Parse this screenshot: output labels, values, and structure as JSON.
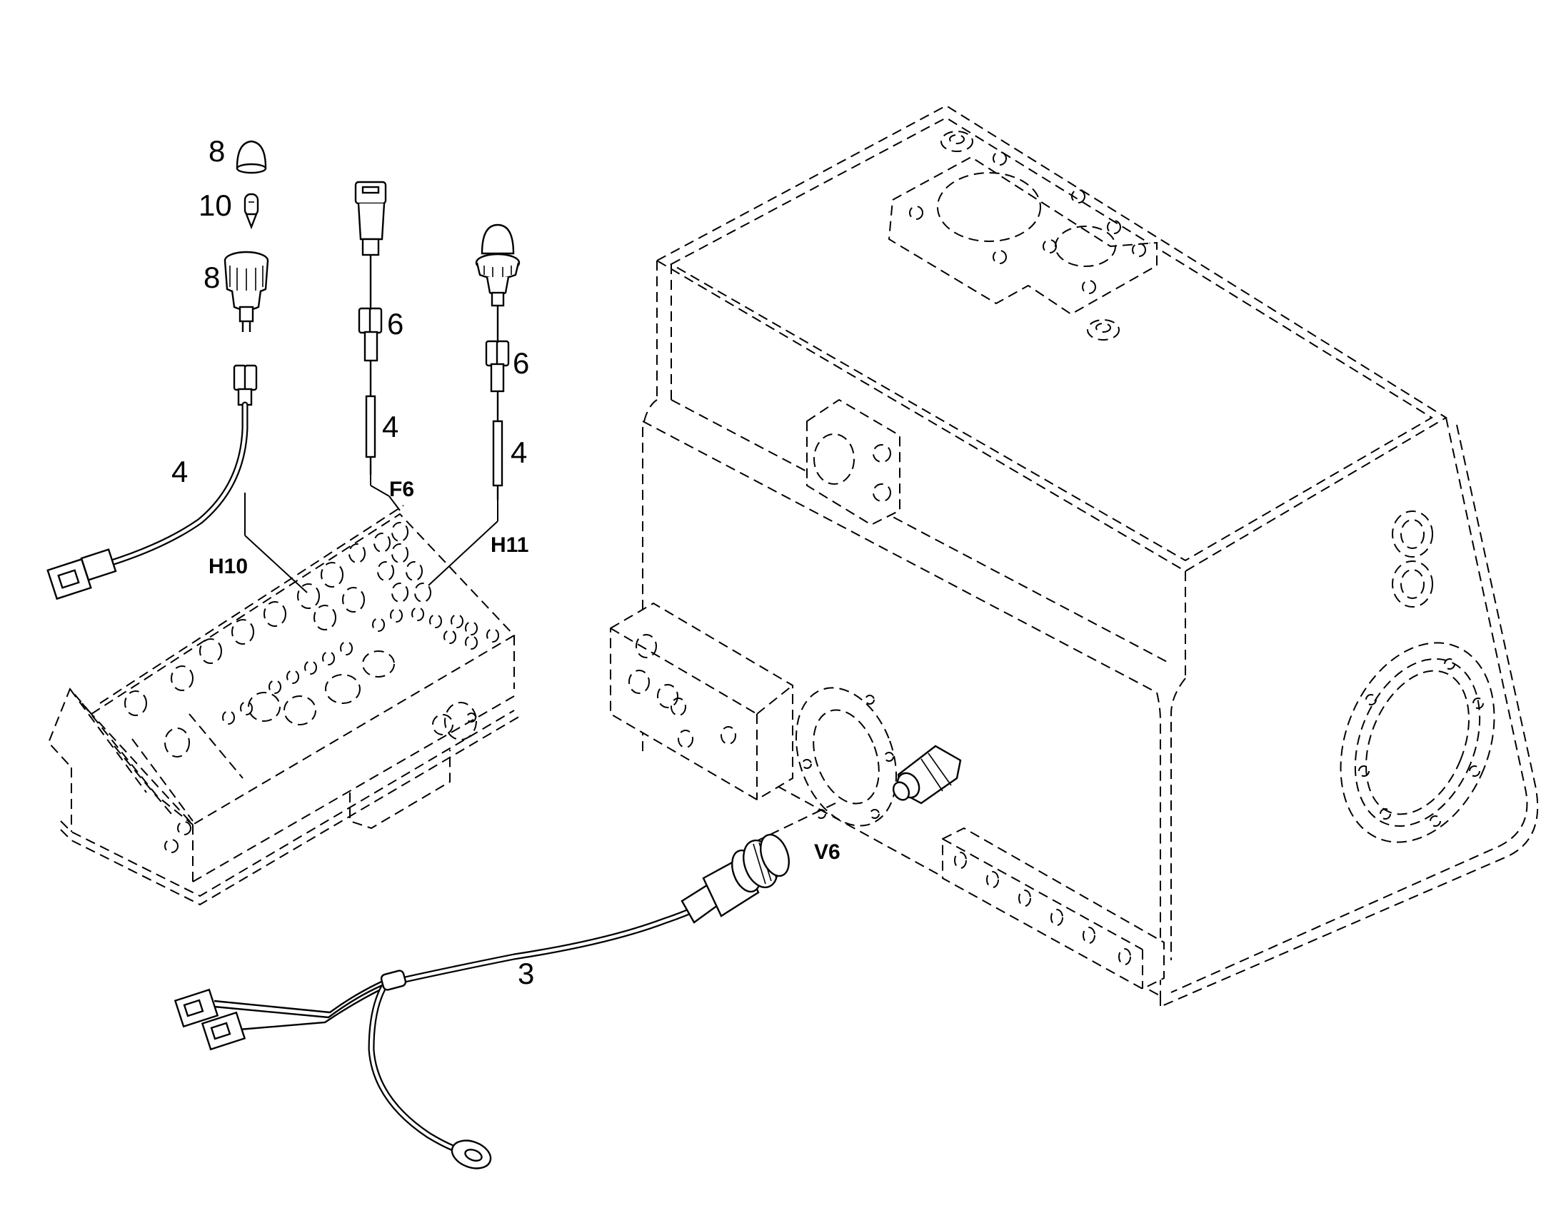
{
  "diagram": {
    "part_numbers": [
      {
        "id": "num-8-cap",
        "text": "8"
      },
      {
        "id": "num-10",
        "text": "10"
      },
      {
        "id": "num-8-holder",
        "text": "8"
      },
      {
        "id": "num-6-fuse",
        "text": "6"
      },
      {
        "id": "num-6-lamp",
        "text": "6"
      },
      {
        "id": "num-4-fuse",
        "text": "4"
      },
      {
        "id": "num-4-lamp",
        "text": "4"
      },
      {
        "id": "num-4-cable",
        "text": "4"
      },
      {
        "id": "num-3",
        "text": "3"
      }
    ],
    "reference_tags": [
      {
        "id": "tag-f6",
        "text": "F6"
      },
      {
        "id": "tag-h10",
        "text": "H10"
      },
      {
        "id": "tag-h11",
        "text": "H11"
      },
      {
        "id": "tag-v6",
        "text": "V6"
      }
    ]
  }
}
